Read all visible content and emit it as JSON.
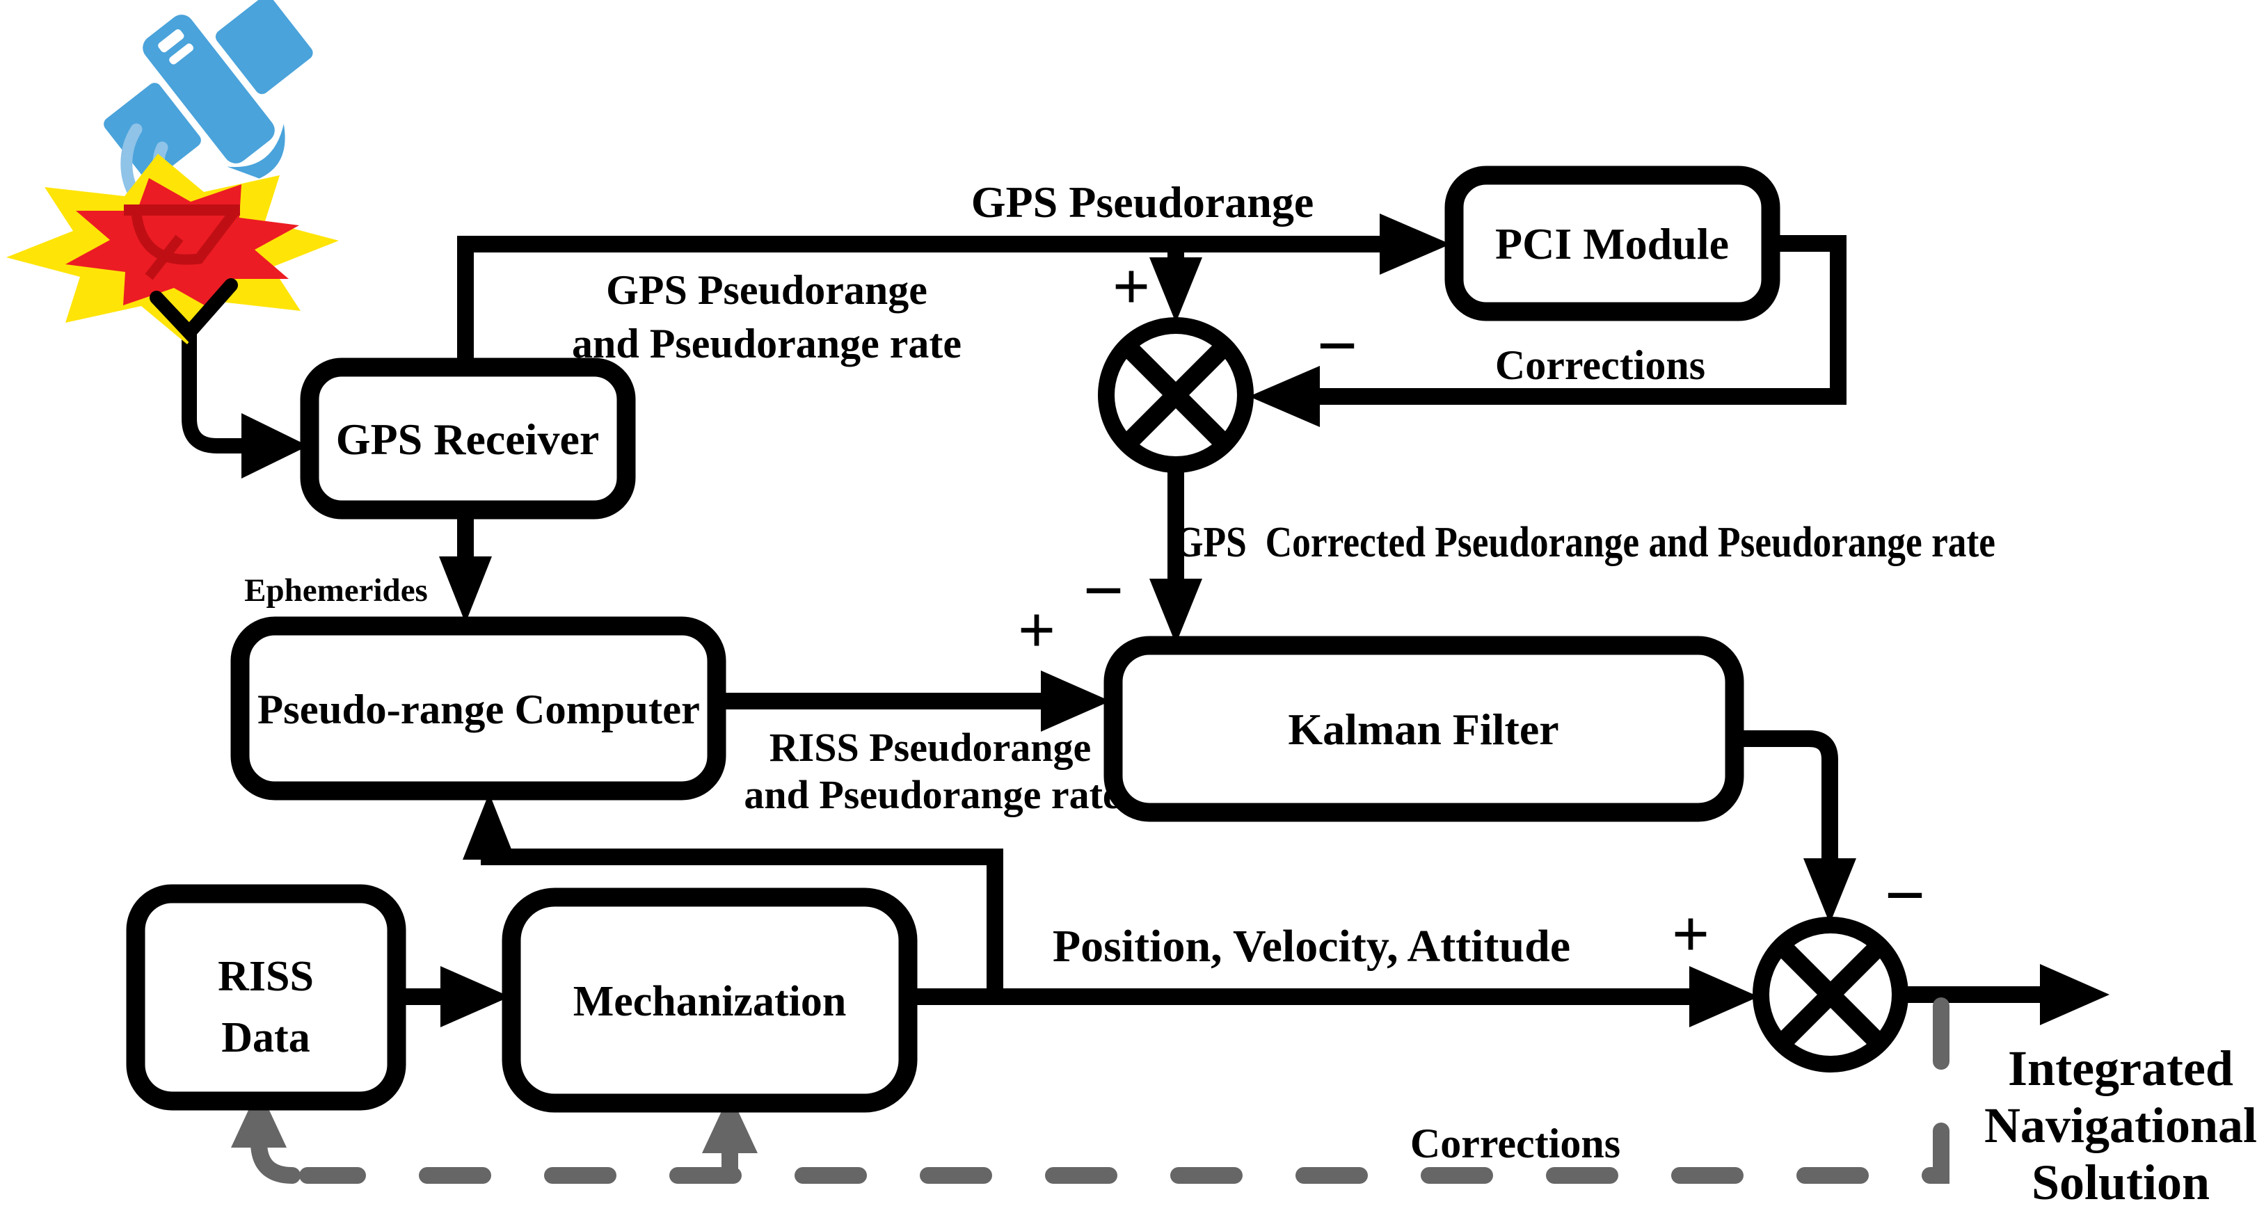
{
  "colors": {
    "line_black": "#000000",
    "feedback_gray": "#666666",
    "satellite_blue": "#4AA3DB",
    "signal_blue": "#8FC3E8",
    "burst_yellow": "#FFE408",
    "burst_red": "#EC1C24",
    "dish_dark_red": "#C00F14",
    "box_fill": "#FFFFFF"
  },
  "boxes": {
    "gps_receiver": {
      "label": "GPS Receiver"
    },
    "pci_module": {
      "label": "PCI Module"
    },
    "pseudo_range_computer": {
      "label": "Pseudo-range Computer"
    },
    "kalman_filter": {
      "label": "Kalman Filter"
    },
    "riss_data": {
      "line1": "RISS",
      "line2": "Data"
    },
    "mechanization": {
      "label": "Mechanization"
    }
  },
  "edge_labels": {
    "gps_pseudorange": "GPS Pseudorange",
    "gps_pr_rate_line1": "GPS Pseudorange",
    "gps_pr_rate_line2": "and Pseudorange rate",
    "corrections_top": "Corrections",
    "gps_corrected": "GPS  Corrected Pseudorange and Pseudorange rate",
    "ephemerides": "Ephemerides",
    "riss_pr_line1": "RISS Pseudorange",
    "riss_pr_line2": "and Pseudorange rate",
    "position_velocity_attitude": "Position, Velocity, Attitude",
    "corrections_bottom": "Corrections",
    "ins_line1": "Integrated",
    "ins_line2": "Navigational",
    "ins_line3": "Solution"
  },
  "signs": {
    "sum1_plus": "+",
    "sum1_minus": "−",
    "kalman_plus": "+",
    "kalman_minus": "−",
    "sum2_plus": "+",
    "sum2_minus": "−"
  }
}
